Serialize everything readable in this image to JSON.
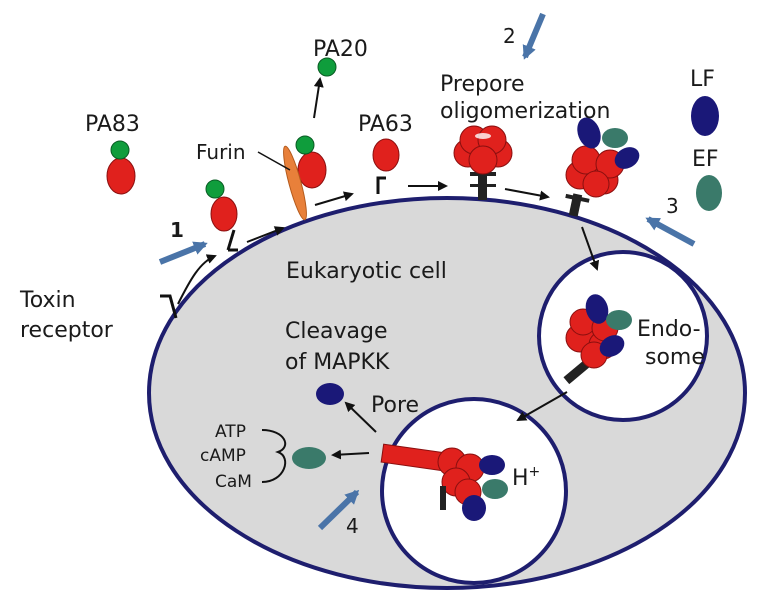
{
  "labels": {
    "pa83": "PA83",
    "pa20": "PA20",
    "pa63": "PA63",
    "furin": "Furin",
    "prepore_line1": "Prepore",
    "prepore_line2": "oligomerization",
    "lf": "LF",
    "ef": "EF",
    "toxin_receptor_line1": "Toxin",
    "toxin_receptor_line2": "receptor",
    "eukaryotic_cell": "Eukaryotic cell",
    "endosome_line1": "Endo-",
    "endosome_line2": "some",
    "cleavage_line1": "Cleavage",
    "cleavage_line2": "of MAPKK",
    "pore": "Pore",
    "atp": "ATP",
    "camp": "cAMP",
    "cam": "CaM",
    "proton": "H",
    "proton_sup": "+"
  },
  "steps": [
    "1",
    "2",
    "3",
    "4"
  ],
  "colors": {
    "pa_red": "#e0211d",
    "pa20_green": "#0f9d3c",
    "lf_navy": "#1a1878",
    "ef_teal": "#3a7a6a",
    "membrane": "#1e1e6e",
    "cell_fill": "#d9d9d9",
    "furin_orange": "#e8803a",
    "step_arrow": "#4a74a8"
  }
}
